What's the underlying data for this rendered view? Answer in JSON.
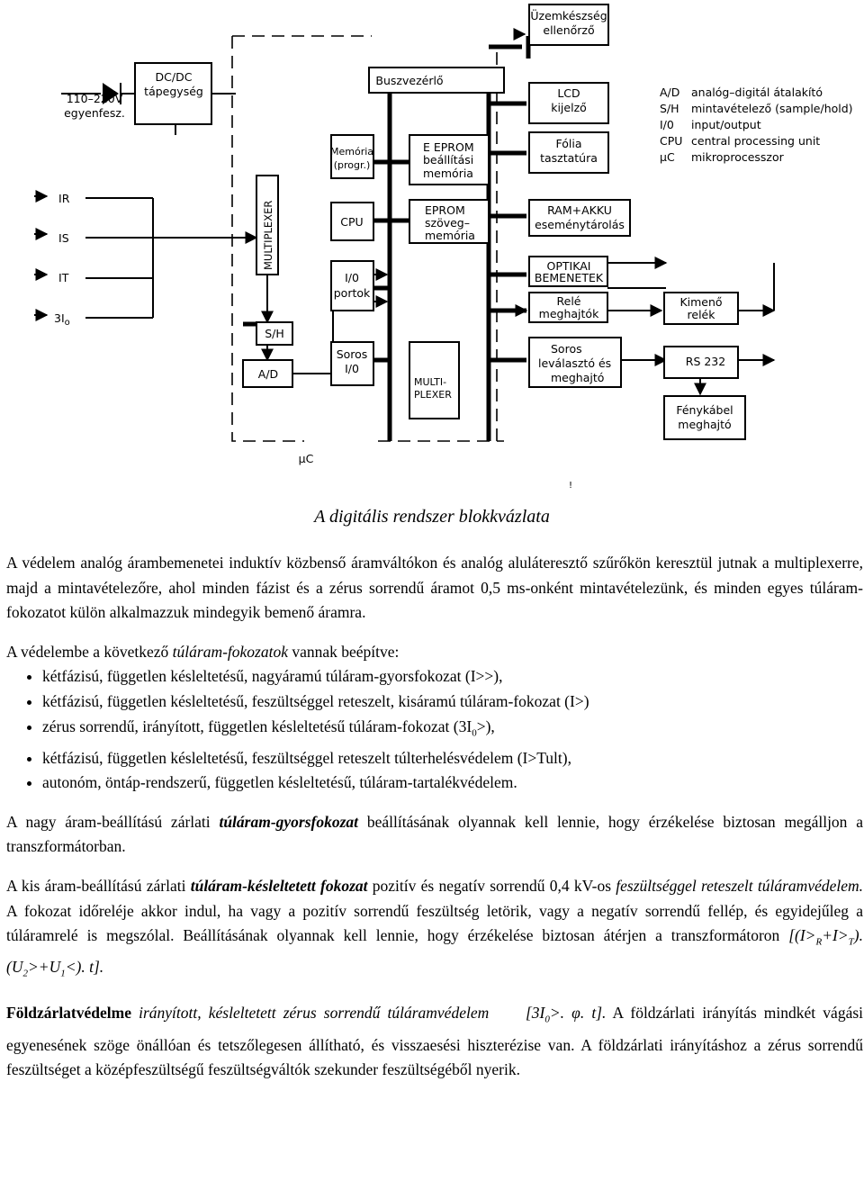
{
  "diagram": {
    "blocks": {
      "uzemkeszseg": [
        "Üzemkészség",
        "ellenőrző"
      ],
      "supply_in": [
        "110–220V",
        "egyenfesz."
      ],
      "dcdc": [
        "DC/DC",
        "tápegység"
      ],
      "buszvezerlo": "Buszvezérlő",
      "lcd": [
        "LCD",
        "kijelző"
      ],
      "folia": [
        "Fólia",
        "tasztatúra"
      ],
      "memoria": [
        "Memória",
        "(progr.)"
      ],
      "eeprom": [
        "E EPROM",
        "beállítási",
        "memória"
      ],
      "cpu": "CPU",
      "eprom": [
        "EPROM",
        "szöveg–",
        "memória"
      ],
      "ram": [
        "RAM+AKKU",
        "eseménytárolás"
      ],
      "multiplexer": "MULTIPLEXER",
      "io_portok": [
        "I/0",
        "portok"
      ],
      "optikai": [
        "OPTIKAI",
        "BEMENETEK"
      ],
      "rele": [
        "Relé",
        "meghajtók"
      ],
      "kimeno": [
        "Kimenő",
        "relék"
      ],
      "sh": "S/H",
      "ad": "A/D",
      "soros_io": [
        "Soros",
        "I/0"
      ],
      "multiplexer2": [
        "MULTI-",
        "PLEXER"
      ],
      "soros_lev": [
        "Soros",
        "leválasztó  és",
        "meghajtó"
      ],
      "rs232": "RS 232",
      "fenykabel": [
        "Fénykábel",
        "meghajtó"
      ],
      "mu_c": "μC"
    },
    "inputs": {
      "ir": [
        "I",
        "R"
      ],
      "is": [
        "I",
        "S"
      ],
      "it": [
        "I",
        "T"
      ],
      "i0": [
        "3I",
        "o"
      ]
    },
    "legend": [
      {
        "abbr": "A/D",
        "desc": "analóg–digitál átalakító"
      },
      {
        "abbr": "S/H",
        "desc": "mintavételező (sample/hold)"
      },
      {
        "abbr": "I/0",
        "desc": "input/output"
      },
      {
        "abbr": "CPU",
        "desc": "central processing unit"
      },
      {
        "abbr": "μC",
        "desc": "mikroprocesszor"
      }
    ],
    "stray_mark": "!"
  },
  "caption": "A digitális rendszer blokkvázlata",
  "text": {
    "p1": "A védelem analóg árambemenetei induktív közbenső áramváltókon és analóg aluláteresztő szűrőkön keresztül jutnak a multiplexerre, majd a mintavételezőre, ahol minden fázist és a zérus sorrendű áramot 0,5 ms-onként mintavételezünk, és minden egyes túláram-fokozatot külön alkalmazzuk mindegyik bemenő áramra.",
    "p2_before": "A védelembe a következő ",
    "p2_italic": "túláram-fokozatok",
    "p2_after": " vannak beépítve:",
    "bullets": {
      "b1": "kétfázisú, független késleltetésű, nagyáramú túláram-gyorsfokozat (I>>),",
      "b2": "kétfázisú, független késleltetésű, feszültséggel reteszelt, kisáramú túláram-fokozat (I>)",
      "b3_before": "zérus sorrendű, irányított, független késleltetésű túláram-fokozat (3I",
      "b3_sub": "0",
      "b3_after": ">),",
      "b4": "kétfázisú, független késleltetésű, feszültséggel reteszelt túlterhelésvédelem (I>Tult),",
      "b5": "autonóm, öntáp-rendszerű, független késleltetésű, túláram-tartalékvédelem."
    },
    "p3_before": "A nagy áram-beállítású zárlati ",
    "p3_bi": "túláram-gyorsfokozat",
    "p3_after": " beállításának olyannak kell lennie, hogy érzékelése biztosan megálljon a transzformátorban.",
    "p4_before": "A kis áram-beállítású zárlati ",
    "p4_bi": "túláram-késleltetett fokozat",
    "p4_mid": " pozitív és negatív sorrendű 0,4 kV-os ",
    "p4_it": "feszültséggel reteszelt túláramvédelem.",
    "p4_after": " A fokozat időreléje akkor indul, ha vagy a pozitív sorrendű feszültség letörik, vagy a negatív sorrendű fellép, és egyidejűleg a túláramrelé is megszólal. Beállításának olyannak kell lennie, hogy érzékelése biztosan átérjen a transzformátoron ",
    "f1": "[(I>",
    "f1_sub": "R",
    "f2": "+I>",
    "f2_sub": "T",
    "f3": ").(U",
    "f3_sub": "2",
    "f4": ">+U",
    "f4_sub": "1",
    "f5": "<). t].",
    "p5_b": "Földzárlatvédelme",
    "p5_it": " irányított, késleltetett zérus sorrendű túláramvédelem",
    "p5_f1": "[3I",
    "p5_f1_sub": "0",
    "p5_f2": ">. φ. t].",
    "p5_after": " A földzárlati irányítás mindkét vágási egyenesének szöge önállóan és tetszőlegesen állítható, és visszaesési hiszterézise van. A földzárlati irányításhoz a zérus sorrendű feszültséget a középfeszültségű feszültségváltók szekunder feszültségéből nyerik."
  }
}
